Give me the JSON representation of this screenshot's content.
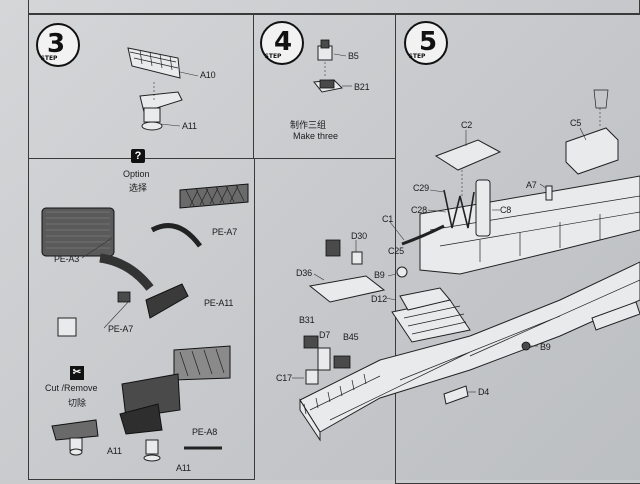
{
  "steps": [
    {
      "number": "3",
      "word": "STEP"
    },
    {
      "number": "4",
      "word": "STEP"
    },
    {
      "number": "5",
      "word": "STEP"
    }
  ],
  "step3": {
    "labels": [
      "A10",
      "A11"
    ]
  },
  "step4": {
    "labels": [
      "B5",
      "B21"
    ],
    "note_cn": "制作三组",
    "note_en": "Make three"
  },
  "option": {
    "title_en": "Option",
    "title_cn": "选择",
    "labels": [
      "PE-A7",
      "PE-A3",
      "PE-A7",
      "PE-A11",
      "PE-A8",
      "A11",
      "A11"
    ],
    "cut_en": "Cut /Remove",
    "cut_cn": "切除"
  },
  "step5": {
    "labels": [
      "C2",
      "C5",
      "A7",
      "C29",
      "C28",
      "C8",
      "C1",
      "D30",
      "C25",
      "B9",
      "D36",
      "D12",
      "B31",
      "D7",
      "B45",
      "C17",
      "B9",
      "D4"
    ]
  }
}
